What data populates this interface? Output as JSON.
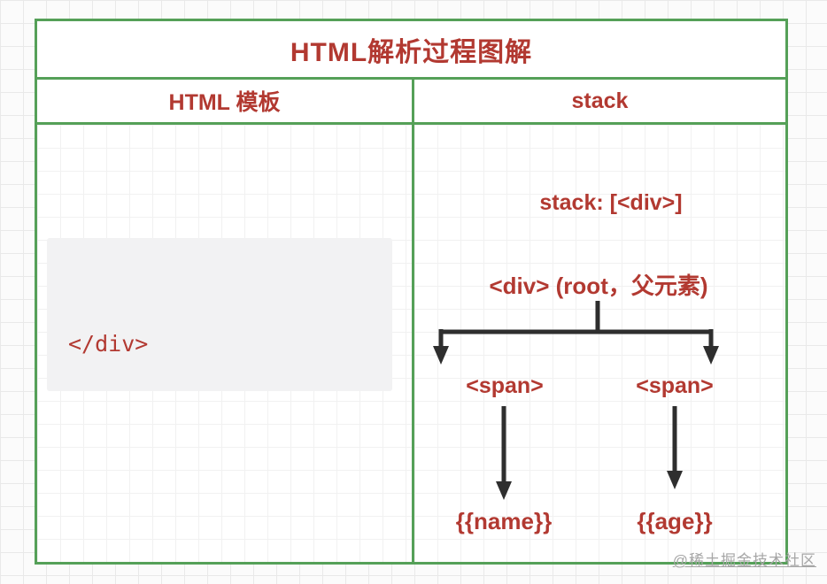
{
  "page": {
    "title": "HTML解析过程图解",
    "watermark": "@稀土掘金技术社区"
  },
  "columns": {
    "left_header": "HTML 模板",
    "right_header": "stack"
  },
  "template_panel": {
    "code_line": "</div>"
  },
  "stack_panel": {
    "stack_state": "stack: [<div>]",
    "root_node": "<div> (root，父元素)",
    "child_left": "<span>",
    "child_right": "<span>",
    "leaf_left": "{{name}}",
    "leaf_right": "{{age}}"
  },
  "colors": {
    "border_green": "#55a058",
    "text_red": "#b23931",
    "arrow_black": "#2e2e2e",
    "code_block_bg": "#f2f2f3",
    "watermark_gray": "#a6a6a6",
    "grid_line": "#e9e9e9",
    "grid_line_faint": "#f1f1f1"
  }
}
